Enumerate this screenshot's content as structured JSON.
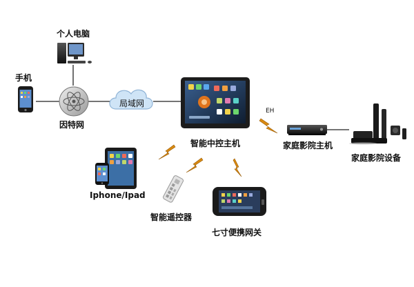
{
  "labels": {
    "pc": "个人电脑",
    "phone": "手机",
    "internet": "因特网",
    "lan": "局域网",
    "controller": "智能中控主机",
    "eh": "EH",
    "home_theater_host": "家庭影院主机",
    "home_theater_devices": "家庭影院设备",
    "iphone_ipad": "Iphone/Ipad",
    "remote": "智能遥控器",
    "gateway": "七寸便携网关"
  },
  "colors": {
    "lightning": "#d98a12",
    "line": "#222222",
    "cloud": "#cfe4f6",
    "tablet_screen": "#1d2f47",
    "screen_accent": "#e0741c"
  }
}
